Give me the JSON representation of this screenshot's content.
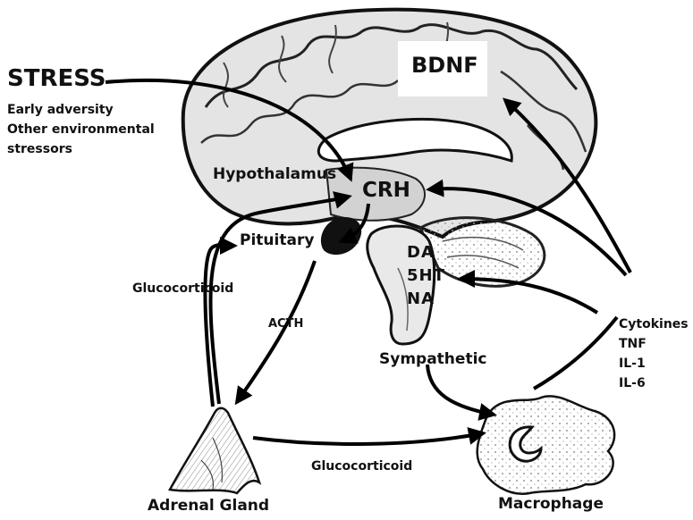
{
  "labels": {
    "stress": "STRESS",
    "bdnf": "BDNF",
    "hypothalamus": "Hypothalamus",
    "crh": "CRH",
    "pituitary": "Pituitary",
    "glucocorticoid_left": "Glucocorticoid",
    "acth": "ACTH",
    "sympathetic": "Sympathetic",
    "glucocorticoid_bottom": "Glucocorticoid",
    "adrenal_gland": "Adrenal Gland",
    "macrophage": "Macrophage"
  },
  "stress_sources": [
    "Early adversity",
    "Other environmental",
    "stressors"
  ],
  "neurotransmitters": [
    "DA",
    "5HT",
    "NA"
  ],
  "cytokines": [
    "Cytokines",
    "TNF",
    "IL-1",
    "IL-6"
  ]
}
